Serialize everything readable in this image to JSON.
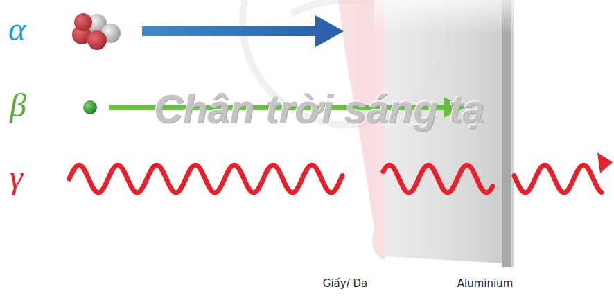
{
  "diagram": {
    "labels": [
      "α",
      "β",
      "γ",
      "Chân trời sáng tạ",
      "Giấy/ Da",
      "Aluminium"
    ]
  }
}
